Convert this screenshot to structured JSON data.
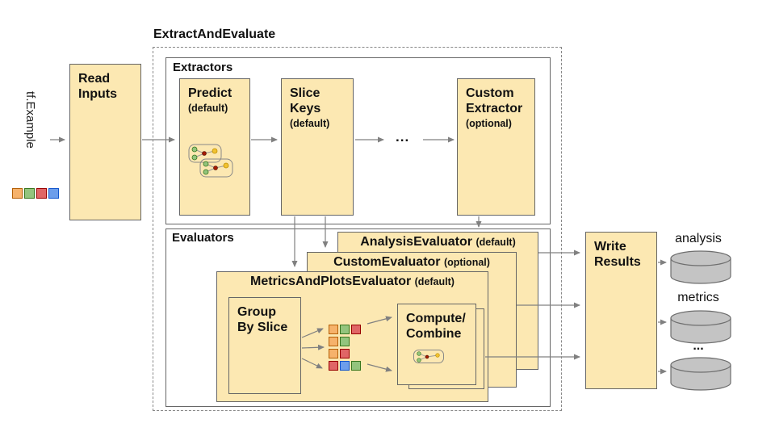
{
  "palette": {
    "cream": "#FCE8B2",
    "boxBorder": "#666666",
    "arrow": "#808080",
    "cylinderFill": "#C4C4C4",
    "cylinderStroke": "#6E6E6E",
    "orange": "#F6B26B",
    "orangeBorder": "#B45F06",
    "green": "#93C47D",
    "greenBorder": "#38761D",
    "red": "#E06666",
    "redBorder": "#990000",
    "blue": "#6D9EEB",
    "blueBorder": "#1155CC",
    "nodeGreen": "#93C47D",
    "nodeRed": "#A61C00",
    "nodeYellow": "#F1C232"
  },
  "input": {
    "label": "tf.Example",
    "squares": [
      "orange",
      "green",
      "red",
      "blue"
    ]
  },
  "read_inputs": {
    "title": "Read\nInputs"
  },
  "pipeline": {
    "title": "ExtractAndEvaluate"
  },
  "extractors": {
    "label": "Extractors",
    "ellipsis": "...",
    "items": [
      {
        "title": "Predict",
        "qualifier": "(default)",
        "icon": "graph-nodes-icon"
      },
      {
        "title": "Slice\nKeys",
        "qualifier": "(default)"
      },
      {
        "title": "Custom\nExtractor",
        "qualifier": "(optional)"
      }
    ]
  },
  "evaluators": {
    "label": "Evaluators",
    "stack": [
      {
        "title": "AnalysisEvaluator",
        "qualifier": "(default)"
      },
      {
        "title": "CustomEvaluator",
        "qualifier": "(optional)"
      },
      {
        "title": "MetricsAndPlotsEvaluator",
        "qualifier": "(default)"
      }
    ],
    "group_by_slice": "Group\nBy Slice",
    "compute_combine": "Compute/\nCombine",
    "compute_icon": "graph-nodes-icon",
    "slice_groups": [
      [
        "orange",
        "green",
        "red"
      ],
      [
        "orange",
        "green"
      ],
      [
        "orange",
        "red"
      ],
      [
        "red",
        "blue",
        "green"
      ]
    ]
  },
  "write_results": {
    "title": "Write\nResults"
  },
  "outputs": {
    "icon": "database-cylinder-icon",
    "labels": [
      "analysis",
      "metrics",
      "..."
    ]
  }
}
